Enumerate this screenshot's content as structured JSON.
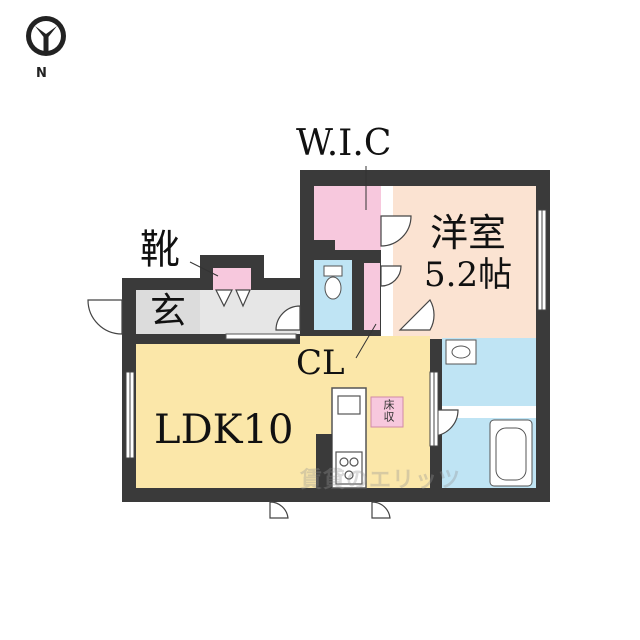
{
  "compass": {
    "label": "N",
    "icon": "north-arrow-icon"
  },
  "rooms": {
    "wic": "W.I.C",
    "western_room": "洋室",
    "western_room_size": "5.2帖",
    "shoes": "靴",
    "entrance": "玄",
    "closet": "CL",
    "ldk": "LDK10",
    "floor_storage": "床収"
  },
  "colors": {
    "ldk": "#fbe7a9",
    "western_room": "#fbe3d2",
    "wic": "#f7c8dd",
    "wet_area": "#bfe4f4",
    "entrance": "#dcdcdc",
    "wall": "#3a3a3a"
  },
  "watermark": "賃貸のエリッツ"
}
